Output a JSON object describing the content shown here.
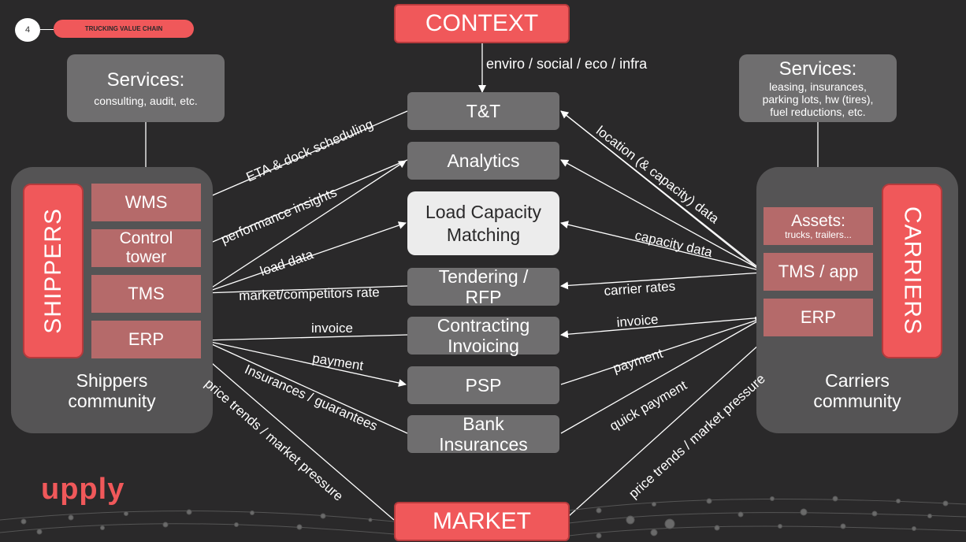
{
  "page_number": "4",
  "section_tag": "TRUCKING VALUE CHAIN",
  "logo_text": "upply",
  "context": "CONTEXT",
  "context_note": "enviro / social / eco / infra",
  "market": "MARKET",
  "left_services": {
    "title": "Services:",
    "detail": "consulting, audit, etc."
  },
  "right_services": {
    "title": "Services:",
    "detail_lines": [
      "leasing, insurances,",
      "parking lots, hw (tires),",
      "fuel reductions, etc."
    ]
  },
  "shippers": {
    "vertical_label": "SHIPPERS",
    "community_lines": [
      "Shippers",
      "community"
    ],
    "blocks": [
      "WMS",
      "Control tower",
      "TMS",
      "ERP"
    ]
  },
  "carriers": {
    "vertical_label": "CARRIERS",
    "community_lines": [
      "Carriers",
      "community"
    ],
    "assets_title": "Assets:",
    "assets_detail": "trucks, trailers...",
    "blocks": [
      "TMS / app",
      "ERP"
    ]
  },
  "center_boxes": [
    "T&T",
    "Analytics",
    "Load Capacity Matching",
    "Tendering / RFP",
    "Contracting Invoicing",
    "PSP",
    "Bank Insurances"
  ],
  "flow_labels": {
    "eta": "ETA & dock scheduling",
    "perf": "performance insights",
    "load": "load data",
    "mcr": "market/competitors rate",
    "inv_left": "invoice",
    "pay_left": "payment",
    "ins_left": "Insurances / guarantees",
    "pt_left": "price trends / market pressure",
    "loc": "location (& capacity) data",
    "cap": "capacity data",
    "carrier_rates": "carrier rates",
    "inv_right": "invoice",
    "pay_right": "payment",
    "quick_pay": "quick payment",
    "pt_right": "price trends / market pressure"
  },
  "colors": {
    "background": "#2a292a",
    "accent_red": "#f0585a",
    "box_grey": "#6f6e6f",
    "block_rose": "#b56a6a",
    "community_grey": "#555455"
  }
}
